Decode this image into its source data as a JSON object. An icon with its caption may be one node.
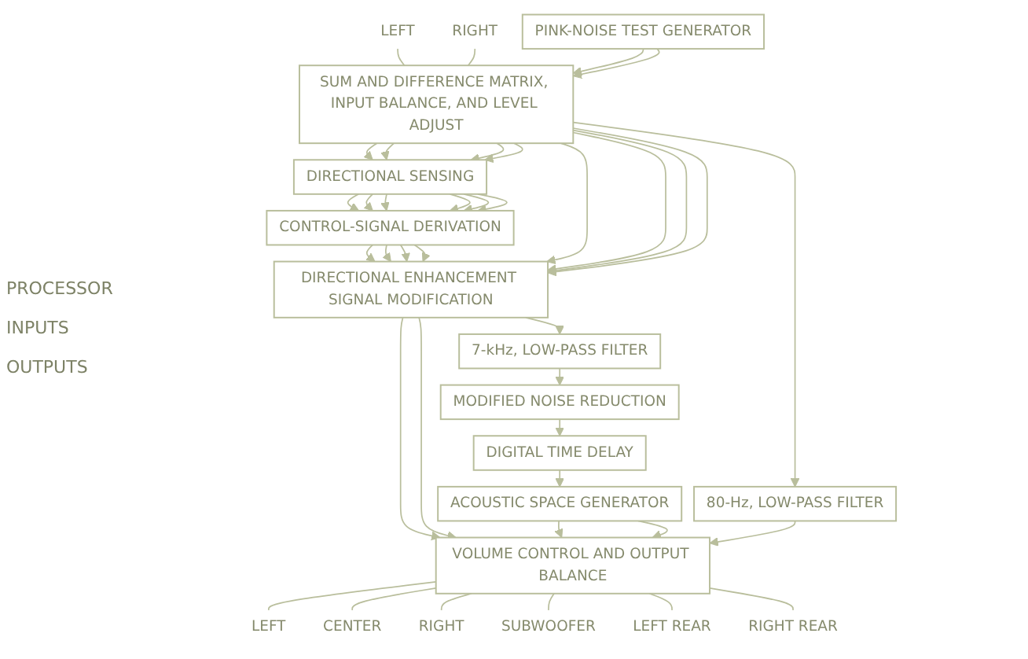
{
  "diagram": {
    "nodes": [
      {
        "text": [
          "DIRECTIONAL SENSING"
        ]
      },
      {
        "text": [
          "CONTROL-SIGNAL DERIVATION"
        ]
      },
      {
        "text": [
          "LEFT"
        ]
      },
      {
        "text": [
          "RIGHT"
        ]
      },
      {
        "text": [
          "SUM AND DIFFERENCE MATRIX, INPUT BALANCE, AND LEVEL ADJUST"
        ]
      },
      {
        "text": [
          "DIRECTIONAL ENHANCEMENT SIGNAL MODIFICATION"
        ]
      },
      {
        "text": [
          "VOLUME CONTROL AND OUTPUT BALANCE"
        ]
      },
      {
        "text": [
          "LEFT"
        ]
      },
      {
        "text": [
          "CENTER"
        ]
      },
      {
        "text": [
          "RIGHT"
        ]
      },
      {
        "text": [
          "SUBWOOFER"
        ]
      },
      {
        "text": [
          "LEFT REAR"
        ]
      },
      {
        "text": [
          "RIGHT REAR"
        ]
      },
      {
        "text": [
          "PINK-NOISE TEST GENERATOR"
        ]
      },
      {
        "text": [
          "80-Hz, LOW-PASS FILTER"
        ]
      },
      {
        "text": [
          "7-kHz, LOW-PASS FILTER"
        ]
      },
      {
        "text": [
          "MODIFIED NOISE REDUCTION"
        ]
      },
      {
        "text": [
          "DIGITAL TIME DELAY"
        ]
      },
      {
        "text": [
          "ACOUSTIC SPACE GENERATOR"
        ]
      }
    ],
    "edges": [
      {
        "from": 4,
        "to": 0,
        "arrow": "to"
      },
      {
        "from": 4,
        "to": 0,
        "arrow": "to"
      },
      {
        "from": 4,
        "to": 0,
        "arrow": "to"
      },
      {
        "from": 4,
        "to": 0,
        "arrow": "to"
      },
      {
        "from": 0,
        "to": 1,
        "arrow": "to"
      },
      {
        "from": 0,
        "to": 1,
        "arrow": "to"
      },
      {
        "from": 0,
        "to": 1,
        "arrow": "to"
      },
      {
        "from": 0,
        "to": 1,
        "arrow": "to"
      },
      {
        "from": 0,
        "to": 1,
        "arrow": "to"
      },
      {
        "from": 0,
        "to": 1,
        "arrow": "to"
      },
      {
        "from": 1,
        "to": 5,
        "arrow": "to"
      },
      {
        "from": 1,
        "to": 5,
        "arrow": "to"
      },
      {
        "from": 1,
        "to": 5,
        "arrow": "to"
      },
      {
        "from": 1,
        "to": 5,
        "arrow": "to"
      },
      {
        "from": 2,
        "to": 4,
        "arrow": "none"
      },
      {
        "from": 3,
        "to": 4,
        "arrow": "none"
      },
      {
        "from": 4,
        "to": 5,
        "arrow": "to"
      },
      {
        "from": 4,
        "to": 5,
        "arrow": "to"
      },
      {
        "from": 4,
        "to": 5,
        "arrow": "to"
      },
      {
        "from": 4,
        "to": 5,
        "arrow": "to"
      },
      {
        "from": 4,
        "to": 14,
        "arrow": "to"
      },
      {
        "from": 13,
        "to": 4,
        "arrow": "to"
      },
      {
        "from": 13,
        "to": 4,
        "arrow": "to"
      },
      {
        "from": 5,
        "to": 6,
        "arrow": "to"
      },
      {
        "from": 5,
        "to": 6,
        "arrow": "to"
      },
      {
        "from": 14,
        "to": 6,
        "arrow": "to"
      },
      {
        "from": 5,
        "to": 15,
        "arrow": "to"
      },
      {
        "from": 15,
        "to": 16,
        "arrow": "to"
      },
      {
        "from": 16,
        "to": 17,
        "arrow": "to"
      },
      {
        "from": 17,
        "to": 18,
        "arrow": "to"
      },
      {
        "from": 18,
        "to": 6,
        "arrow": "to"
      },
      {
        "from": 18,
        "to": 6,
        "arrow": "to"
      },
      {
        "from": 6,
        "to": 7,
        "arrow": "none"
      },
      {
        "from": 6,
        "to": 8,
        "arrow": "none"
      },
      {
        "from": 6,
        "to": 9,
        "arrow": "none"
      },
      {
        "from": 6,
        "to": 10,
        "arrow": "none"
      },
      {
        "from": 6,
        "to": 11,
        "arrow": "none"
      },
      {
        "from": 6,
        "to": 12,
        "arrow": "none"
      }
    ],
    "labels": [
      "PROCESSOR",
      "INPUTS",
      "OUTPUTS"
    ]
  }
}
